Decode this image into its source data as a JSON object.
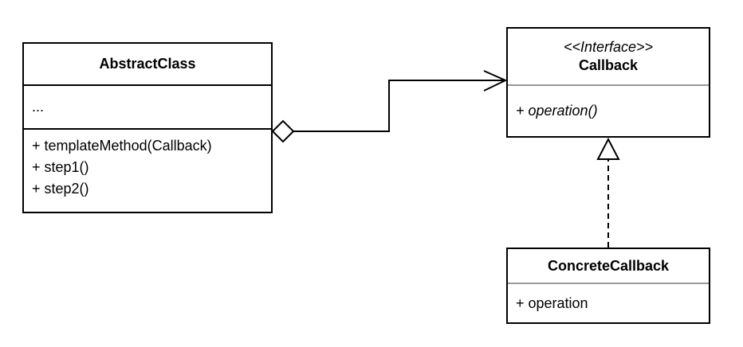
{
  "diagram": {
    "type": "uml-class-diagram",
    "background": "#ffffff",
    "colors": {
      "line": "#000000",
      "box_border": "#000000",
      "soft_divider": "#999999",
      "box_fill": "#ffffff",
      "text": "#000000"
    }
  },
  "classes": {
    "abstract_class": {
      "name": "AbstractClass",
      "fields_placeholder": "...",
      "methods": [
        "+ templateMethod(Callback)",
        "+ step1()",
        "+ step2()"
      ]
    },
    "callback": {
      "stereotype": "<<Interface>>",
      "name": "Callback",
      "methods": [
        "+ operation()"
      ]
    },
    "concrete_callback": {
      "name": "ConcreteCallback",
      "methods": [
        "+ operation"
      ]
    }
  },
  "relationships": [
    {
      "from": "AbstractClass",
      "to": "Callback",
      "type": "aggregation",
      "line_style": "solid",
      "source_marker": "hollow-diamond",
      "target_marker": "open-arrowhead"
    },
    {
      "from": "ConcreteCallback",
      "to": "Callback",
      "type": "realization",
      "line_style": "dashed",
      "target_marker": "hollow-triangle"
    }
  ]
}
